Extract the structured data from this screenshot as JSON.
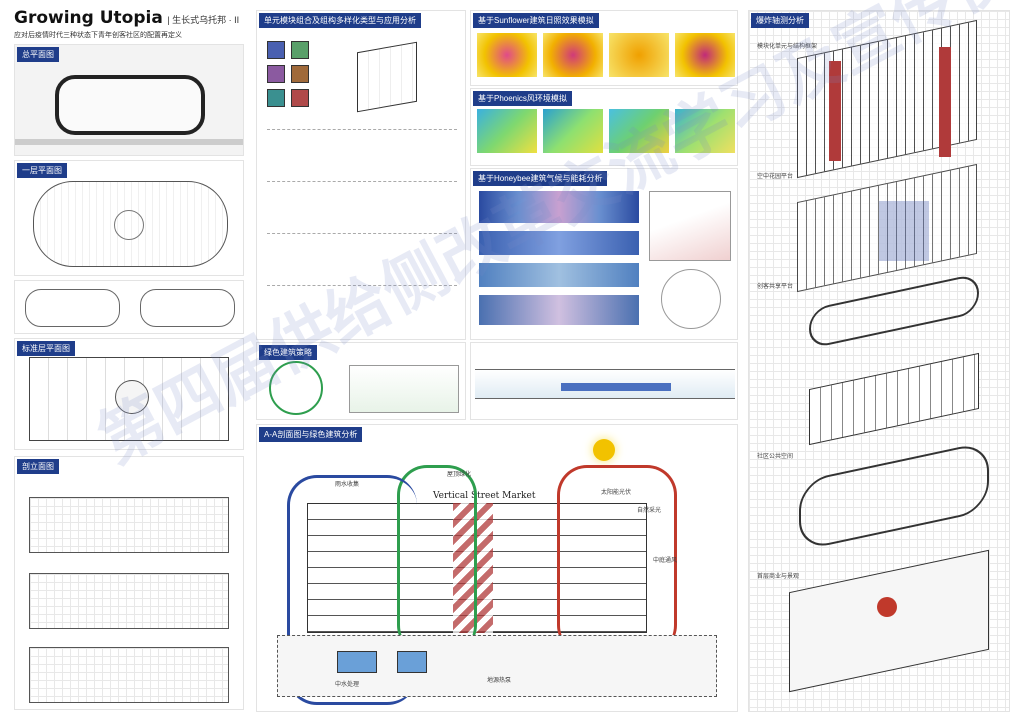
{
  "title": {
    "main": "Growing Utopia",
    "suffix": "| 生长式乌托邦 · II",
    "subtitle": "应对后疫情时代三种状态下青年创客社区的配置再定义"
  },
  "left": {
    "tag_plan": "总平面图",
    "tag_first": "一层平面图",
    "tag_typical": "标准层平面图",
    "tag_section": "剖立面图"
  },
  "mid": {
    "tag_module": "单元模块组合及组构多样化类型与应用分析",
    "tag_green": "绿色建筑策略",
    "tag_section_a": "A-A剖面图与绿色建筑分析",
    "vertical_market": "Vertical Street Market",
    "labels": [
      "雨水收集",
      "太阳能光伏",
      "屋顶绿化",
      "中水处理",
      "地源热泵",
      "中庭通风",
      "自然采光"
    ]
  },
  "right_mid": {
    "tag_sun": "基于Sunflower建筑日照效果模拟",
    "tag_phoenics": "基于Phoenics风环境模拟",
    "tag_honeybee": "基于Honeybee建筑气候与能耗分析"
  },
  "right": {
    "tag_axon": "爆炸轴测分析",
    "layers": [
      "模块化单元与结构框架",
      "空中花园平台",
      "创客共享平台",
      "社区公共空间",
      "首层商业与景观"
    ]
  },
  "watermark": "第四届供给侧改革交流学习及宣传使用",
  "colors": {
    "accent": "#1f3d8a",
    "red": "#c0392b",
    "green": "#2e9e4e",
    "yellow": "#f2c200"
  }
}
